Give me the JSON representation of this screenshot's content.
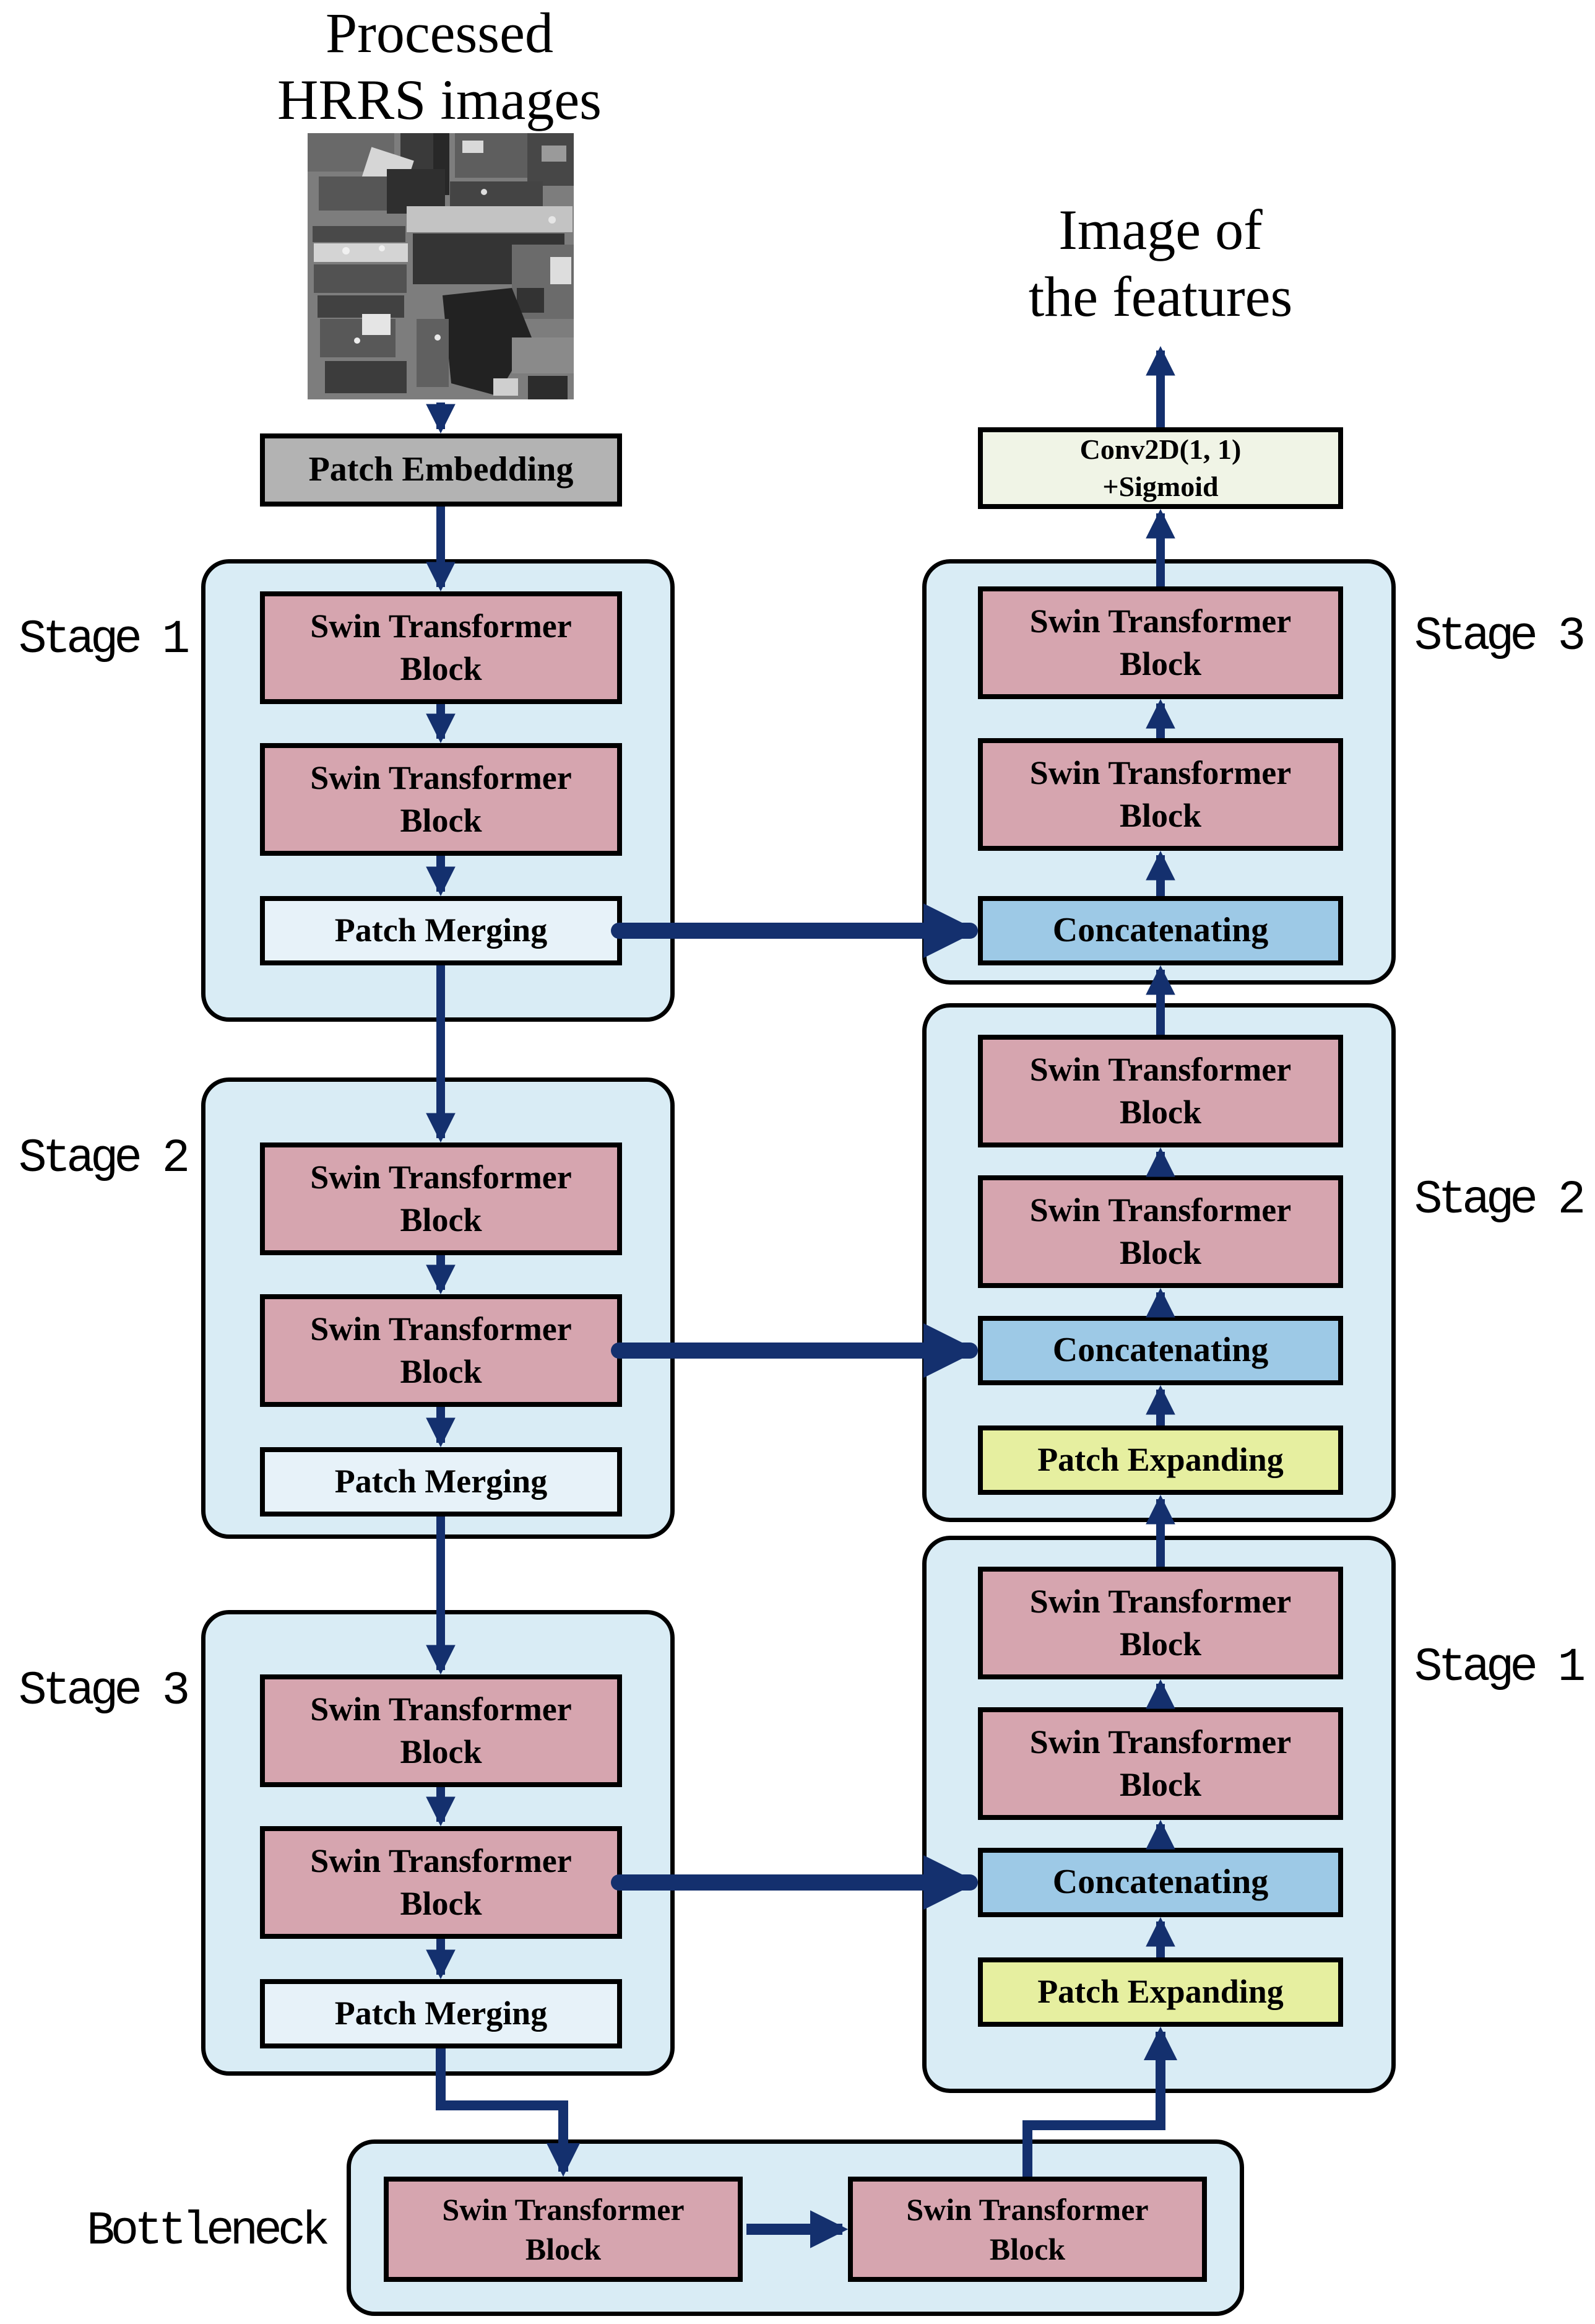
{
  "titles": {
    "input_line1": "Processed",
    "input_line2": "HRRS images",
    "output_line1": "Image of",
    "output_line2": "the features"
  },
  "blocks": {
    "patch_embedding": "Patch Embedding",
    "swin_line1": "Swin Transformer",
    "swin_line2": "Block",
    "patch_merging": "Patch Merging",
    "concatenating": "Concatenating",
    "patch_expanding": "Patch Expanding",
    "conv_line1": "Conv2D(1, 1)",
    "conv_line2": "+Sigmoid"
  },
  "encoder": {
    "stages": [
      {
        "label": "Stage 1",
        "blocks": [
          "Swin Transformer Block",
          "Swin Transformer Block"
        ],
        "downsample": "Patch Merging"
      },
      {
        "label": "Stage 2",
        "blocks": [
          "Swin Transformer Block",
          "Swin Transformer Block"
        ],
        "downsample": "Patch Merging"
      },
      {
        "label": "Stage 3",
        "blocks": [
          "Swin Transformer Block",
          "Swin Transformer Block"
        ],
        "downsample": "Patch Merging"
      }
    ]
  },
  "decoder": {
    "stages": [
      {
        "label": "Stage 3",
        "blocks": [
          "Swin Transformer Block",
          "Swin Transformer Block"
        ],
        "skip": "Concatenating"
      },
      {
        "label": "Stage 2",
        "blocks": [
          "Swin Transformer Block",
          "Swin Transformer Block"
        ],
        "skip": "Concatenating",
        "upsample": "Patch Expanding"
      },
      {
        "label": "Stage 1",
        "blocks": [
          "Swin Transformer Block",
          "Swin Transformer Block"
        ],
        "skip": "Concatenating",
        "upsample": "Patch Expanding"
      }
    ]
  },
  "bottleneck": {
    "label": "Bottleneck",
    "blocks": [
      "Swin Transformer Block",
      "Swin Transformer Block"
    ]
  },
  "colors": {
    "stage_container_fill": "#d9ecf5",
    "swin_block_fill": "#d6a5af",
    "patch_merging_fill": "#e7f2f9",
    "concatenating_fill": "#9dc9e6",
    "patch_expanding_fill": "#e6efa0",
    "conv_head_fill": "#f0f4e6",
    "patch_embedding_fill": "#b3b3b3",
    "arrow": "#14306e",
    "border": "#000000"
  }
}
